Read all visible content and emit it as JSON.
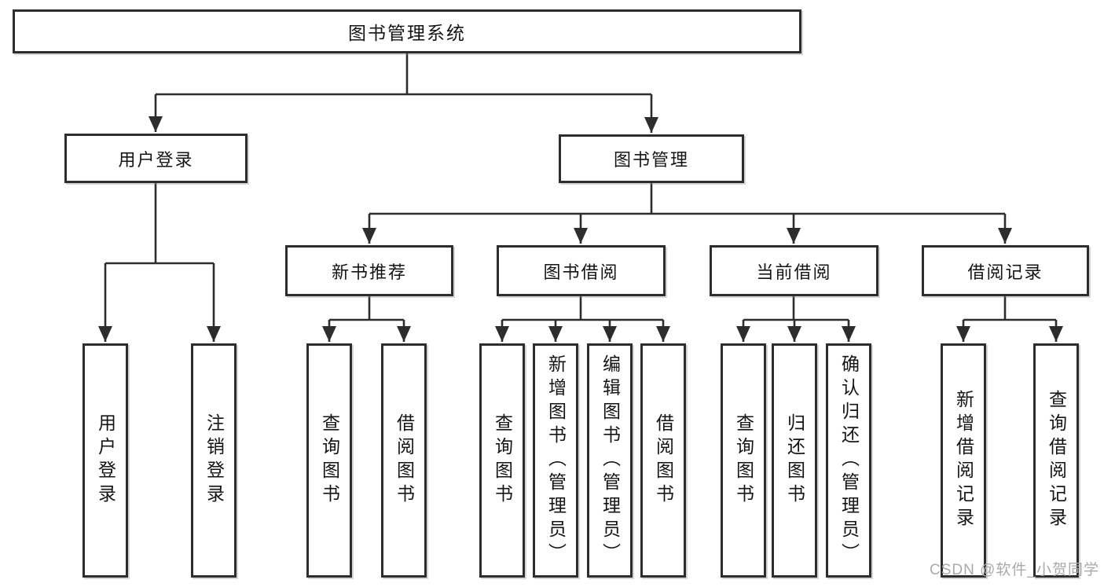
{
  "diagram": {
    "type": "hierarchy-tree",
    "colors": {
      "background": "#ffffff",
      "line": "#2d2d2d",
      "box_border": "#2d2d2d",
      "box_fill": "#ffffff",
      "text": "#141414",
      "watermark": "#a9a9a9"
    },
    "watermark": "CSDN @软件_小贺同学",
    "tree": {
      "label": "图书管理系统",
      "children": [
        {
          "label": "用户登录",
          "children": [
            {
              "label": "用户登录"
            },
            {
              "label": "注销登录"
            }
          ]
        },
        {
          "label": "图书管理",
          "children": [
            {
              "label": "新书推荐",
              "children": [
                {
                  "label": "查询图书"
                },
                {
                  "label": "借阅图书"
                }
              ]
            },
            {
              "label": "图书借阅",
              "children": [
                {
                  "label": "查询图书"
                },
                {
                  "label": "新增图书（管理员）"
                },
                {
                  "label": "编辑图书（管理员）"
                },
                {
                  "label": "借阅图书"
                }
              ]
            },
            {
              "label": "当前借阅",
              "children": [
                {
                  "label": "查询图书"
                },
                {
                  "label": "归还图书"
                },
                {
                  "label": "确认归还（管理员）"
                }
              ]
            },
            {
              "label": "借阅记录",
              "children": [
                {
                  "label": "新增借阅记录"
                },
                {
                  "label": "查询借阅记录"
                }
              ]
            }
          ]
        }
      ]
    }
  }
}
